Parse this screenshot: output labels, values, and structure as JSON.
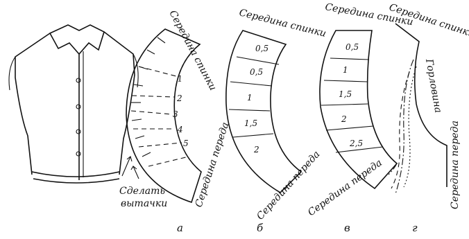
{
  "labels": {
    "back_center": "Середина спинки",
    "front_center": "Середина переда",
    "neckline": "Горловина",
    "make_darts_line1": "Сделать",
    "make_darts_line2": "вытачки"
  },
  "captions": {
    "a": "а",
    "b": "б",
    "v": "в",
    "g": "г"
  },
  "panel_a": {
    "marks": [
      "1",
      "2",
      "3",
      "4",
      "5"
    ]
  },
  "panel_b": {
    "values": [
      "0,5",
      "0,5",
      "1",
      "1,5",
      "2"
    ]
  },
  "panel_v": {
    "values": [
      "0,5",
      "1",
      "1,5",
      "2",
      "2,5"
    ]
  }
}
